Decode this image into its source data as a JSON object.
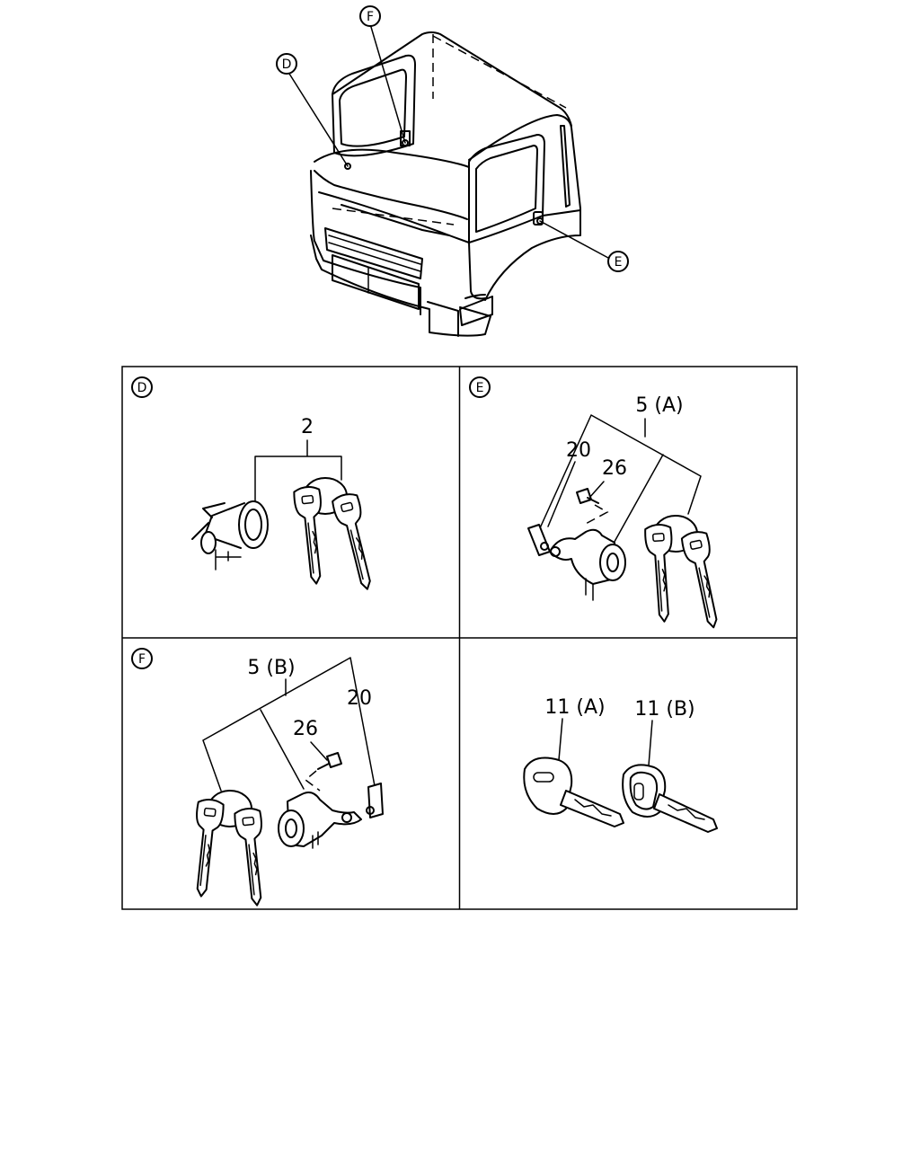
{
  "callouts": {
    "D": "D",
    "E": "E",
    "F": "F"
  },
  "panels": {
    "d": {
      "letter": "D",
      "part": "2"
    },
    "e": {
      "letter": "E",
      "part_main": "5 (A)",
      "part_a": "20",
      "part_b": "26"
    },
    "f": {
      "letter": "F",
      "part_main": "5 (B)",
      "part_a": "26",
      "part_b": "20"
    },
    "keys": {
      "part_a": "11 (A)",
      "part_b": "11 (B)"
    }
  }
}
